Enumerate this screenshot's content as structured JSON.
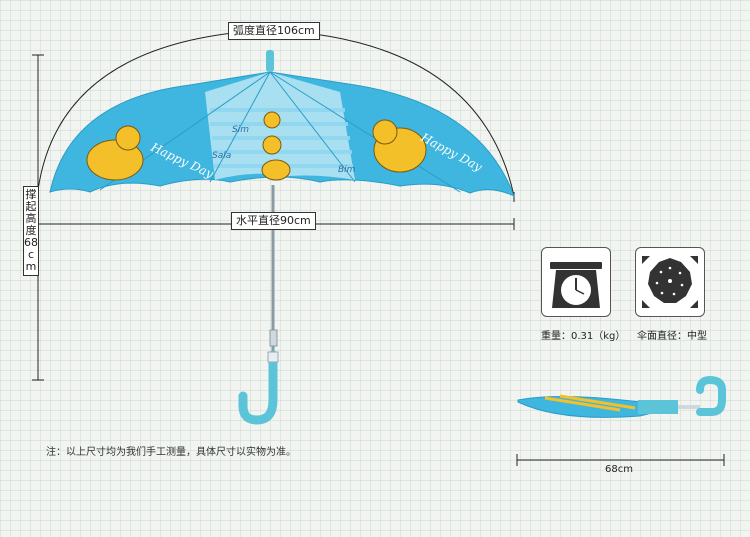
{
  "dimensions": {
    "arc_length": "弧度直径106cm",
    "open_height": "撑起高度68cm",
    "horizontal_diameter": "水平直径90cm",
    "closed_length": "68cm"
  },
  "specs": {
    "weight_label": "重量：0.31（kg）",
    "canopy_label": "伞面直径：中型"
  },
  "canopy_text": {
    "happy_day_left": "Happy Day",
    "happy_day_right": "Happy Day",
    "sim": "Sim",
    "sala": "Sala",
    "bim": "Bim"
  },
  "note": "注：以上尺寸均为我们手工测量，具体尺寸以实物为准。",
  "icons": {
    "weight": "scale-icon",
    "canopy": "umbrella-top-view-icon"
  },
  "colors": {
    "canopy_blue": "#3fb6e0",
    "canopy_light": "#8fd7f0",
    "handle": "#5cc4d8",
    "cat_yellow": "#f4c02a"
  }
}
